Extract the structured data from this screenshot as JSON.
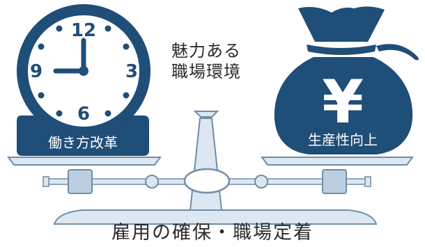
{
  "colors": {
    "navy": "#1f4e79",
    "scale_fill": "#dce7f1",
    "scale_stroke": "#6f8da8",
    "text": "#2b2b2b",
    "label_text": "#ffffff"
  },
  "left_item": {
    "icon": "clock-icon",
    "clock_numbers": [
      "12",
      "3",
      "6",
      "9"
    ],
    "time_shown": "9:00",
    "label": "働き方改革"
  },
  "right_item": {
    "icon": "money-bag-icon",
    "symbol": "¥",
    "label": "生産性向上"
  },
  "center_caption": {
    "line1": "魅力ある",
    "line2": "職場環境"
  },
  "bottom_caption": "雇用の確保・職場定着"
}
